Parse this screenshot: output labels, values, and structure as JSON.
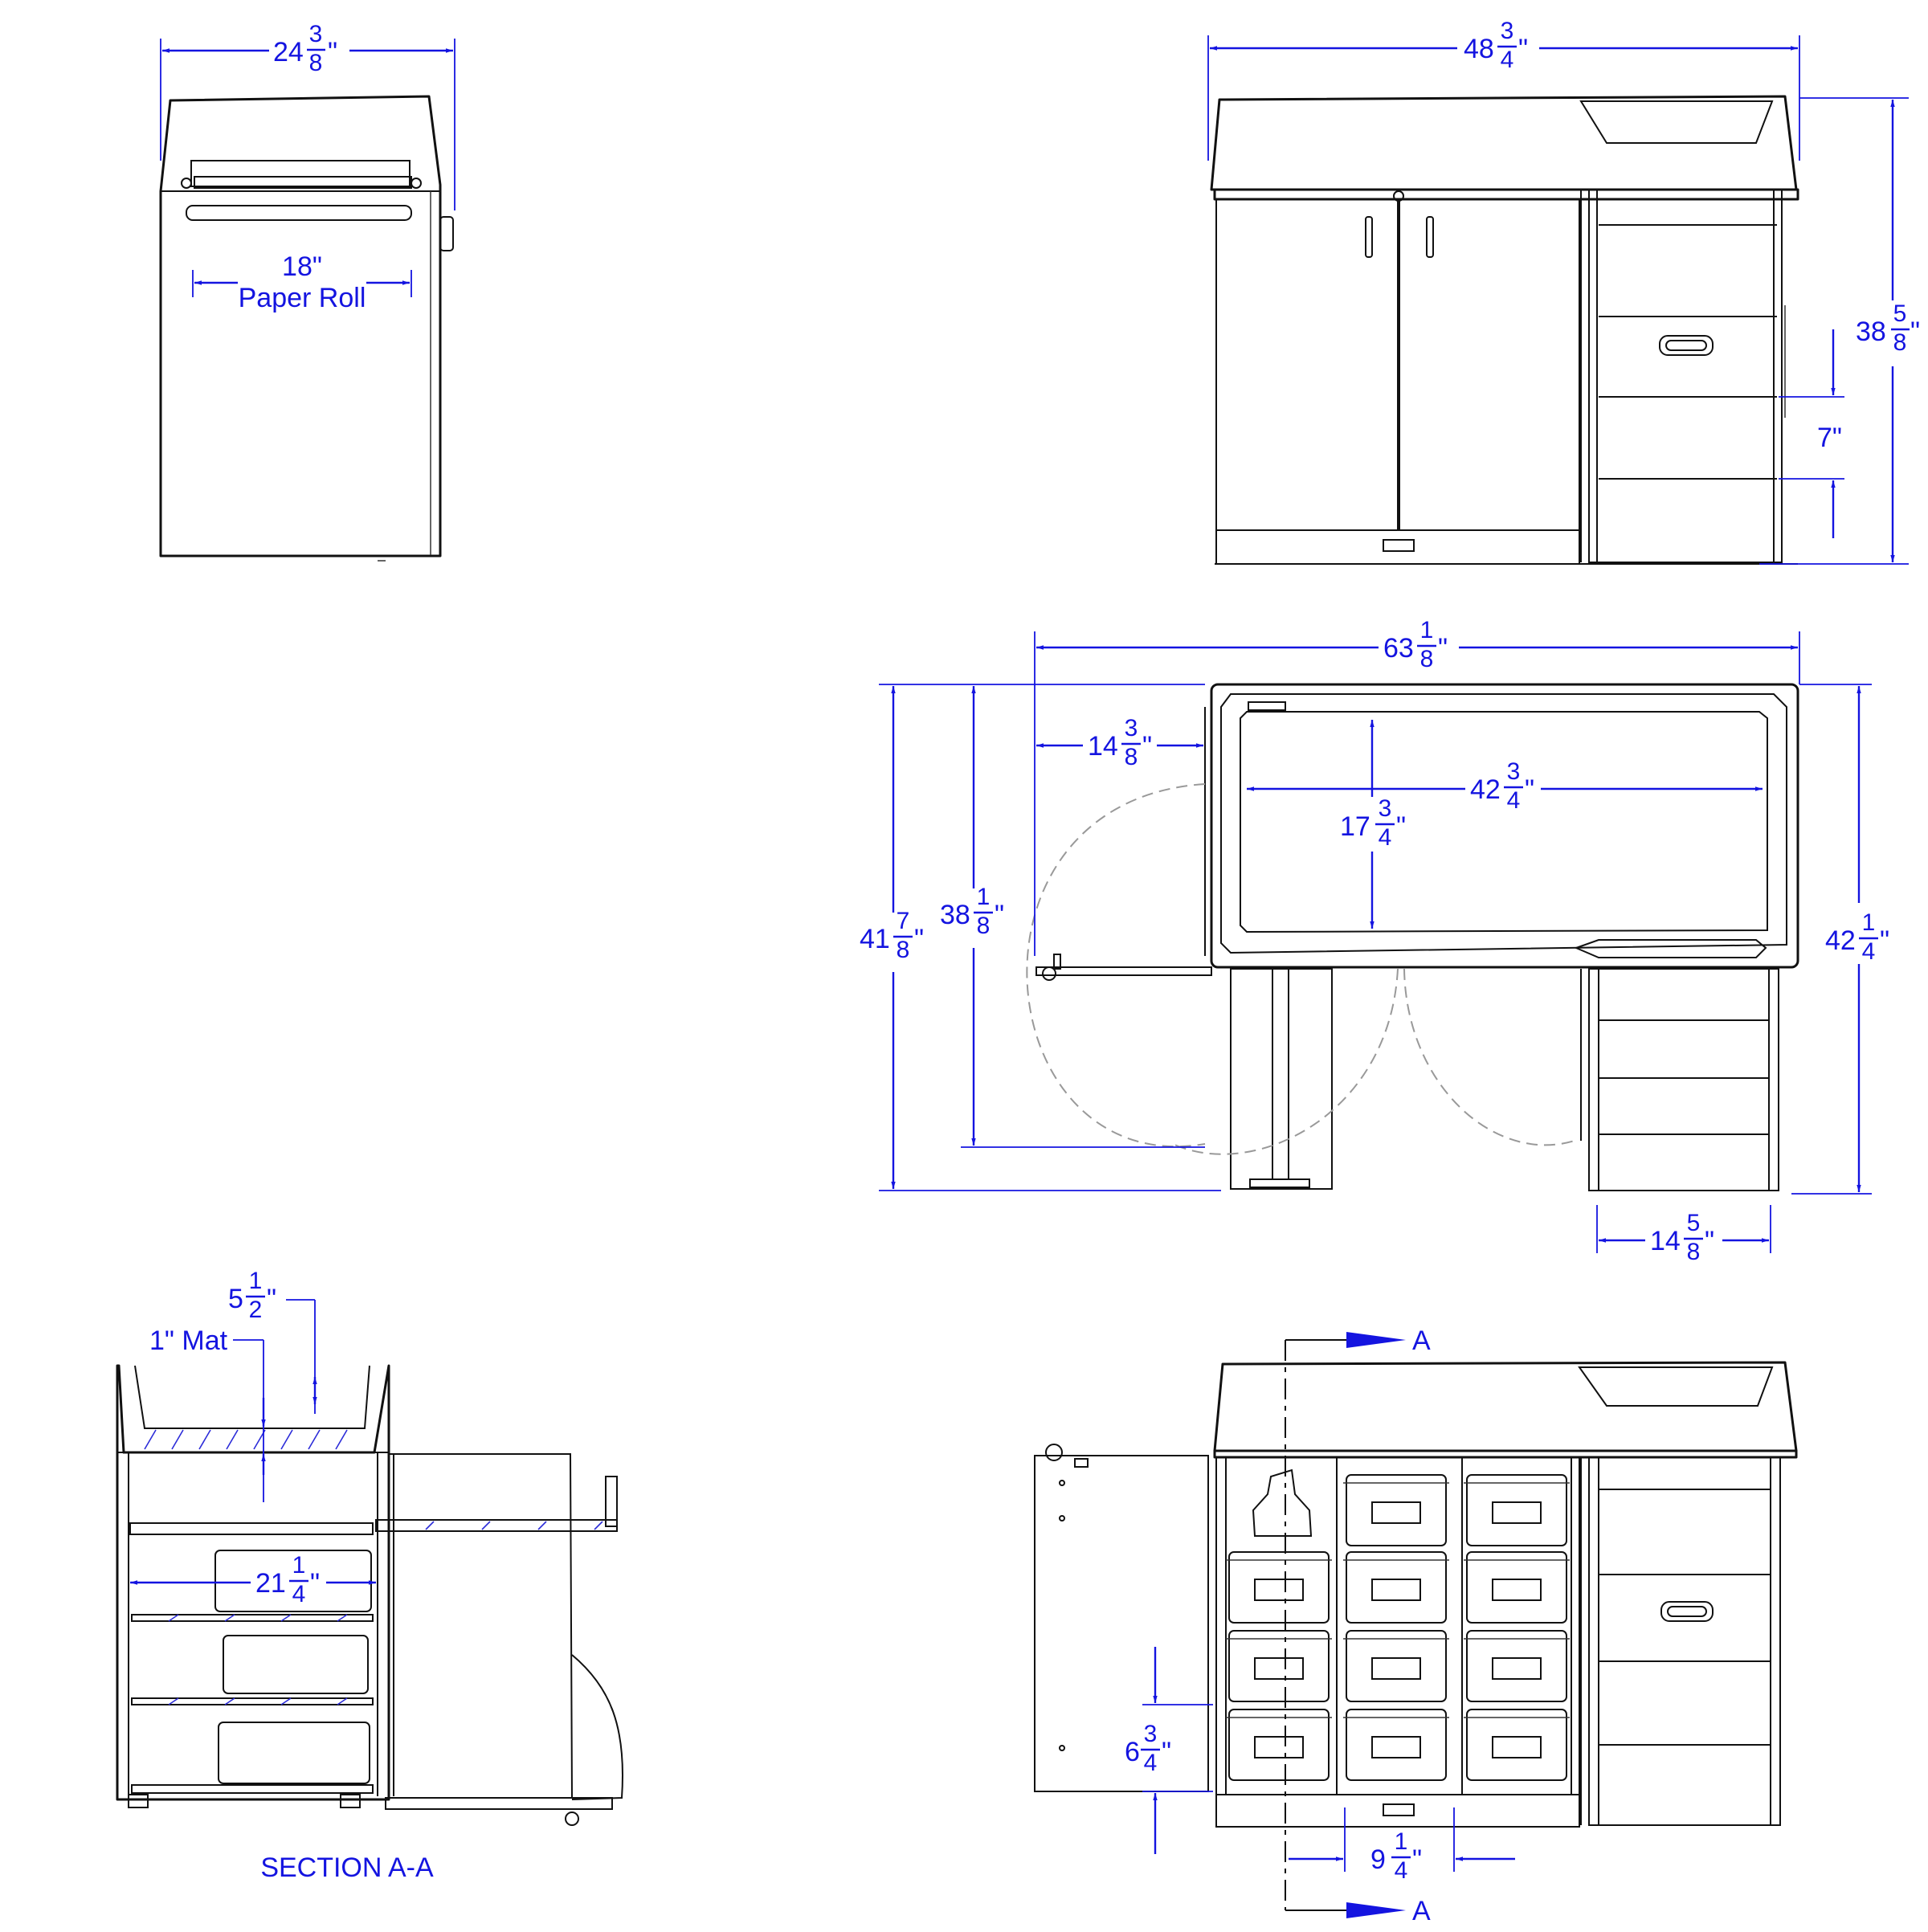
{
  "dimensions": {
    "side_width": {
      "whole": "24",
      "num": "3",
      "den": "8",
      "unit": "\""
    },
    "paper_roll_size": "18\"",
    "paper_roll_label": "Paper Roll",
    "front_width": {
      "whole": "48",
      "num": "3",
      "den": "4",
      "unit": "\""
    },
    "front_height": {
      "whole": "38",
      "num": "5",
      "den": "8",
      "unit": "\""
    },
    "drawer_height": "7\"",
    "top_total_width": {
      "whole": "63",
      "num": "1",
      "den": "8",
      "unit": "\""
    },
    "step_extension": {
      "whole": "14",
      "num": "3",
      "den": "8",
      "unit": "\""
    },
    "mat_length": {
      "whole": "42",
      "num": "3",
      "den": "4",
      "unit": "\""
    },
    "mat_width": {
      "whole": "17",
      "num": "3",
      "den": "4",
      "unit": "\""
    },
    "overall_depth_left": {
      "whole": "41",
      "num": "7",
      "den": "8",
      "unit": "\""
    },
    "door_swing_depth": {
      "whole": "38",
      "num": "1",
      "den": "8",
      "unit": "\""
    },
    "overall_depth_right": {
      "whole": "42",
      "num": "1",
      "den": "4",
      "unit": "\""
    },
    "steps_width": {
      "whole": "14",
      "num": "5",
      "den": "8",
      "unit": "\""
    },
    "rail_height": {
      "whole": "5",
      "num": "1",
      "den": "2",
      "unit": "\""
    },
    "mat_thickness": "1\" Mat",
    "bin_depth": {
      "whole": "21",
      "num": "1",
      "den": "4",
      "unit": "\""
    },
    "bin_height": {
      "whole": "6",
      "num": "3",
      "den": "4",
      "unit": "\""
    },
    "bin_width": {
      "whole": "9",
      "num": "1",
      "den": "4",
      "unit": "\""
    }
  },
  "section": {
    "marker_top": "A",
    "marker_bottom": "A",
    "title": "SECTION A-A"
  }
}
